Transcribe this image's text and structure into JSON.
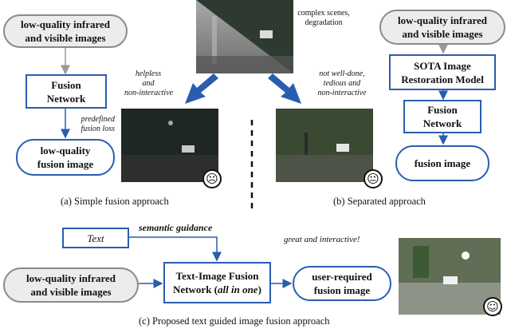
{
  "top": {
    "scene_caption": "complex scenes,\ndegradation"
  },
  "panel_a": {
    "input_label": "low-quality infrared\nand visible images",
    "network_label": "Fusion\nNetwork",
    "loss_label": "predefined\nfusion loss",
    "output_label": "low-quality\nfusion image",
    "comment": "helpless\nand\nnon-interactive",
    "caption": "(a) Simple fusion approach",
    "face": "☹"
  },
  "panel_b": {
    "input_label": "low-quality infrared\nand visible images",
    "restoration_label": "SOTA Image\nRestoration Model",
    "network_label": "Fusion\nNetwork",
    "output_label": "fusion image",
    "comment": "not well-done,\ntedious and\nnon-interactive",
    "caption": "(b) Separated approach",
    "face": "😐"
  },
  "panel_c": {
    "text_label": "Text",
    "guidance_label": "semantic guidance",
    "input_label": "low-quality infrared\nand visible images",
    "network_label_main": "Text-Image Fusion\nNetwork (",
    "network_label_em": "all in one",
    "network_label_end": ")",
    "output_label": "user-required\nfusion image",
    "comment": "great and interactive!",
    "caption": "(c) Proposed text guided image fusion approach",
    "face": "☺"
  },
  "colors": {
    "accent": "#2a5db0",
    "arrow_blue": "#2a5db0",
    "gray_border": "#8a8a8a"
  }
}
